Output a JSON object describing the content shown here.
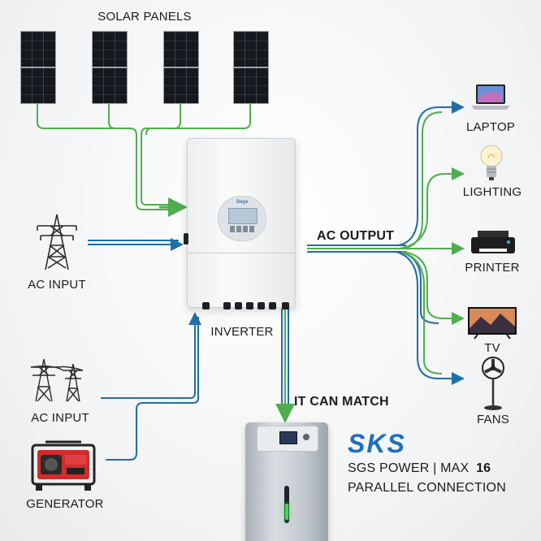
{
  "title": "SOLAR PANELS",
  "labels": {
    "ac_input_top": "AC INPUT",
    "inverter": "INVERTER",
    "ac_input_bottom": "AC INPUT",
    "generator": "GENERATOR",
    "ac_output": "AC OUTPUT",
    "it_can_match": "IT CAN MATCH"
  },
  "outputs": [
    "LAPTOP",
    "LIGHTING",
    "PRINTER",
    "TV",
    "FANS"
  ],
  "brand": {
    "logo": "SKS",
    "line1_prefix": "SGS POWER | MAX",
    "line1_number": "16",
    "line2": "PARALLEL CONNECTION"
  },
  "inverter_brand_text": "Deye",
  "colors": {
    "green_wire": "#4fae4f",
    "blue_wire": "#1f6ea8",
    "brand_blue": "#1c6fbf",
    "text": "#1c1c1c"
  },
  "icons": [
    "solar-panel-icon",
    "transmission-tower-icon",
    "generator-icon",
    "inverter-icon",
    "battery-icon",
    "laptop-icon",
    "light-bulb-icon",
    "printer-icon",
    "tv-icon",
    "fan-icon"
  ]
}
